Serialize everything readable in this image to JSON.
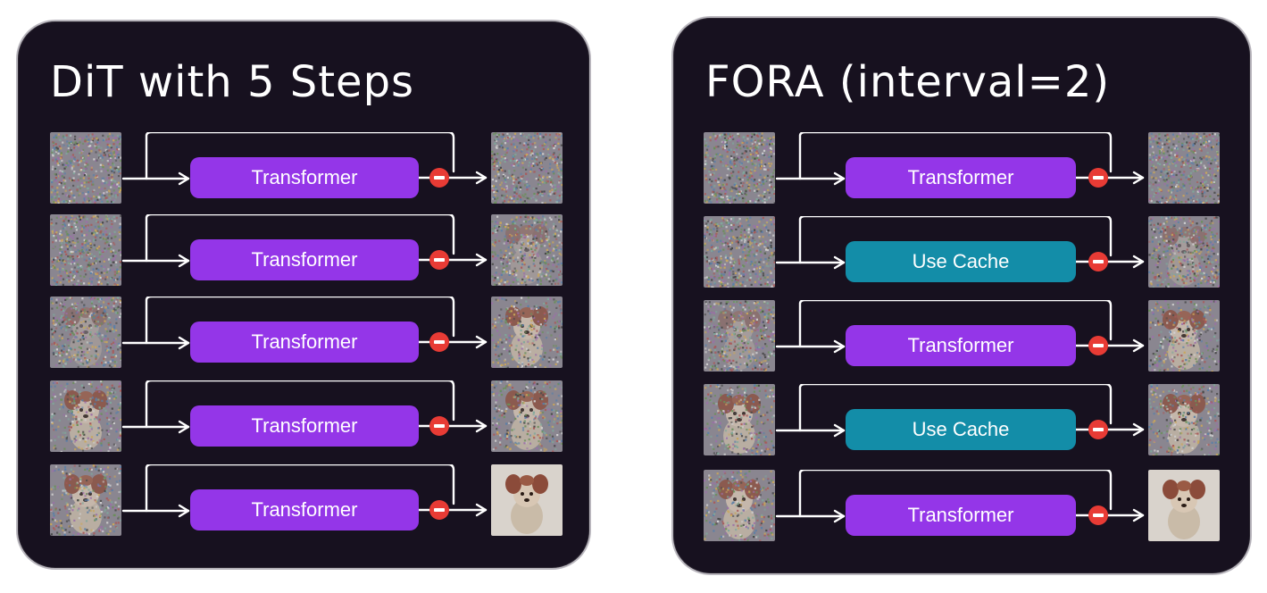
{
  "diagrams": [
    {
      "title": "DiT with 5 Steps",
      "steps": [
        {
          "block_label": "Transformer",
          "block_type": "transformer",
          "input_image": "noise",
          "output_image": "noise"
        },
        {
          "block_label": "Transformer",
          "block_type": "transformer",
          "input_image": "noise",
          "output_image": "noise-faint-dog"
        },
        {
          "block_label": "Transformer",
          "block_type": "transformer",
          "input_image": "noise-faint-dog",
          "output_image": "noisy-dog"
        },
        {
          "block_label": "Transformer",
          "block_type": "transformer",
          "input_image": "noisy-dog",
          "output_image": "noisy-dog"
        },
        {
          "block_label": "Transformer",
          "block_type": "transformer",
          "input_image": "noisy-dog",
          "output_image": "clean-dog"
        }
      ]
    },
    {
      "title": "FORA (interval=2)",
      "steps": [
        {
          "block_label": "Transformer",
          "block_type": "transformer",
          "input_image": "noise",
          "output_image": "noise"
        },
        {
          "block_label": "Use Cache",
          "block_type": "cache",
          "input_image": "noise",
          "output_image": "noise-faint-dog"
        },
        {
          "block_label": "Transformer",
          "block_type": "transformer",
          "input_image": "noise-faint-dog",
          "output_image": "noisy-dog"
        },
        {
          "block_label": "Use Cache",
          "block_type": "cache",
          "input_image": "noisy-dog",
          "output_image": "noisy-dog"
        },
        {
          "block_label": "Transformer",
          "block_type": "transformer",
          "input_image": "noisy-dog",
          "output_image": "clean-dog"
        }
      ]
    }
  ],
  "colors": {
    "panel_background": "#17111f",
    "transformer_block": "#9436e8",
    "cache_block": "#138da8",
    "subtract_node": "#e83b35",
    "wire": "#ffffff"
  }
}
